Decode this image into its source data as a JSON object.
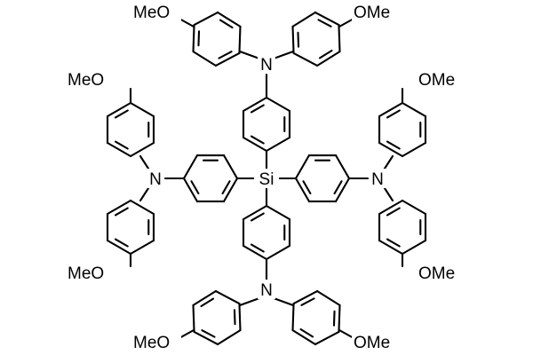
{
  "molecule": {
    "center_atom": "Si",
    "arms": [
      {
        "id": "top",
        "n_label": "N",
        "methoxy_1": "MeO",
        "methoxy_2": "OMe"
      },
      {
        "id": "left",
        "n_label": "N",
        "methoxy_1": "MeO",
        "methoxy_2": "MeO"
      },
      {
        "id": "right",
        "n_label": "N",
        "methoxy_1": "OMe",
        "methoxy_2": "OMe"
      },
      {
        "id": "bottom",
        "n_label": "N",
        "methoxy_1": "MeO",
        "methoxy_2": "OMe"
      }
    ]
  },
  "colors": {
    "bond": "#000000",
    "text": "#000000",
    "background": "#ffffff"
  }
}
